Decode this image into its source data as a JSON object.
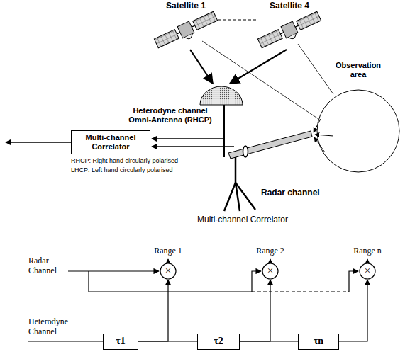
{
  "diagram": {
    "nodes": [
      {
        "text": [
          "Multi-channel Correlator"
        ]
      },
      {
        "text": [
          "Observation area"
        ]
      },
      {
        "text": [
          "×"
        ]
      },
      {
        "text": [
          "×"
        ]
      },
      {
        "text": [
          "×"
        ]
      },
      {
        "text": [
          "τ1"
        ]
      },
      {
        "text": [
          "τ2"
        ]
      },
      {
        "text": [
          "τn"
        ]
      }
    ],
    "edges": [
      {
        "from": 5,
        "to": 2,
        "arrow": "to"
      },
      {
        "from": 5,
        "to": 6,
        "arrow": "none"
      },
      {
        "from": 6,
        "to": 3,
        "arrow": "to"
      },
      {
        "from": 6,
        "to": 7,
        "arrow": "none"
      },
      {
        "from": 7,
        "to": 4,
        "arrow": "to"
      }
    ],
    "labels": [
      "Satellite 1",
      "Satellite 4",
      "Heterodyne channel Omni-Antenna (RHCP)",
      "RHCP: Right hand circularly polarised",
      "LHCP: Left hand circularly polarised",
      "Radar channel",
      "Multi-channel Correlator",
      "Range 1",
      "Range 2",
      "Range n",
      "Radar Channel",
      "Heterodyne Channel"
    ]
  }
}
